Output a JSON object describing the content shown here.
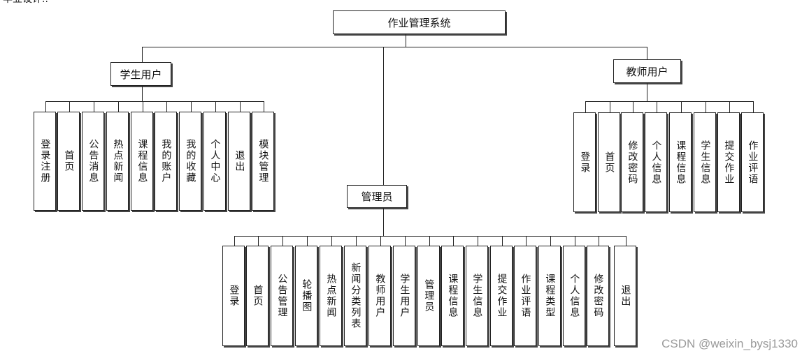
{
  "top_fragment": "毕业设计..",
  "root": {
    "label": "作业管理系统"
  },
  "student": {
    "label": "学生用户",
    "items": [
      "登录注册",
      "首页",
      "公告消息",
      "热点新闻",
      "课程信息",
      "我的账户",
      "我的收藏",
      "个人中心",
      "退出",
      "模块管理"
    ]
  },
  "teacher": {
    "label": "教师用户",
    "items": [
      "登录",
      "首页",
      "修改密码",
      "个人信息",
      "课程信息",
      "学生信息",
      "提交作业",
      "作业评语"
    ]
  },
  "admin": {
    "label": "管理员",
    "items": [
      "登录",
      "首页",
      "公告管理",
      "轮播图",
      "热点新闻",
      "新闻分类列表",
      "教师用户",
      "学生用户",
      "管理员",
      "课程信息",
      "学生信息",
      "提交作业",
      "作业评语",
      "课程类型",
      "个人信息",
      "修改密码",
      "退出"
    ]
  },
  "watermark": "CSDN @weixin_bysj1330"
}
